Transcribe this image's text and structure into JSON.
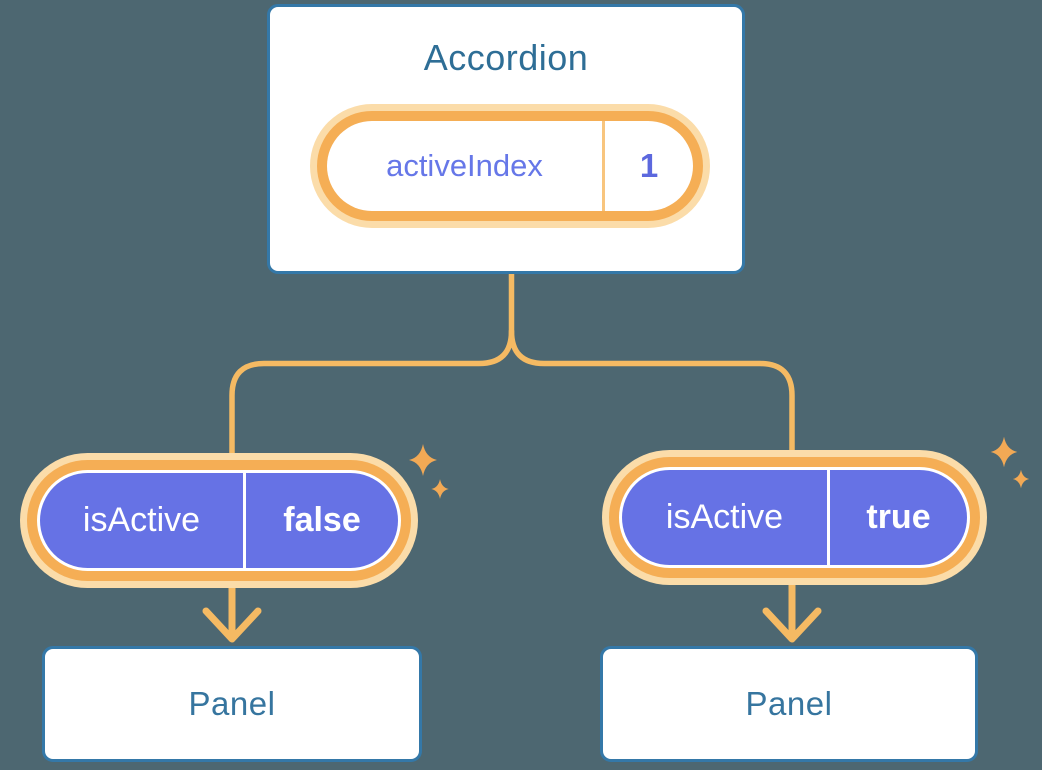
{
  "colors": {
    "background": "#4D6771",
    "card_border": "#3478A8",
    "card_background": "#FFFFFF",
    "heading_text": "#2E6E96",
    "panel_text": "#36759F",
    "orange_ring": "#F5AE55",
    "orange_ring_light": "#FBDCA9",
    "connector_line": "#F5BA63",
    "sparkle": "#F2A955",
    "purple_fill": "#6672E5",
    "purple_text": "#6677E8"
  },
  "accordion": {
    "title": "Accordion",
    "state": {
      "name": "activeIndex",
      "value": "1"
    }
  },
  "branches": [
    {
      "prop": {
        "name": "isActive",
        "value": "false"
      },
      "panel": {
        "label": "Panel"
      }
    },
    {
      "prop": {
        "name": "isActive",
        "value": "true"
      },
      "panel": {
        "label": "Panel"
      }
    }
  ]
}
